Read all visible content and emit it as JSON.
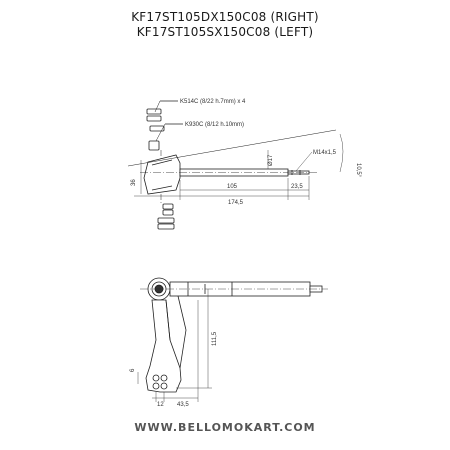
{
  "header": {
    "line1": "KF17ST105DX150C08   (RIGHT)",
    "line2": "KF17ST105SX150C08   (LEFT)"
  },
  "top_view": {
    "callout_washer": "K514C  (8/22  h.7mm)  x 4",
    "callout_spacer": "K930C  (8/12  h.10mm)",
    "callout_thread": "M14x1,5",
    "dim_diameter": "Ø17",
    "dim_angle": "10,5°",
    "dim_pin": "36",
    "dim_105": "105",
    "dim_23_5": "23,5",
    "dim_174_5": "174,5"
  },
  "front_view": {
    "dim_111_5": "111,5",
    "dim_6": "6",
    "dim_12": "12",
    "dim_43_5": "43,5"
  },
  "footer": {
    "website": "WWW.BELLOMOKART.COM"
  }
}
